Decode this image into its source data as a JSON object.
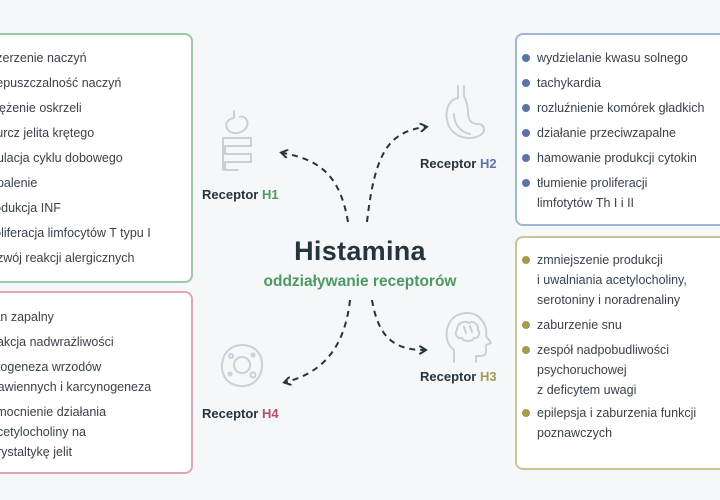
{
  "center": {
    "title": "Histamina",
    "subtitle": "oddziaływanie receptorów"
  },
  "receptors": {
    "h1": {
      "prefix": "Receptor ",
      "code": "H1"
    },
    "h2": {
      "prefix": "Receptor ",
      "code": "H2"
    },
    "h3": {
      "prefix": "Receptor ",
      "code": "H3"
    },
    "h4": {
      "prefix": "Receptor ",
      "code": "H4"
    }
  },
  "h1_effects": [
    "szerzenie naczyń",
    "zepuszczalność naczyń",
    "wężenie oskrzeli",
    "kurcz jelita krętego",
    "gulacja cyklu dobowego",
    "apalenie",
    "rodukcja INF",
    "roliferacja limfocytów T typu I",
    "ozwój reakcji alergicznych"
  ],
  "h4_effects": [
    "tan zapalny",
    "eakcja nadwrażliwości",
    "atogeneza wrzodów",
    "trawiennych i karcynogeneza",
    "zmocnienie działania",
    "acetylocholiny na",
    "erystaltykę jelit"
  ],
  "h2_effects": [
    [
      "wydzielanie kwasu solnego"
    ],
    [
      "tachykardia"
    ],
    [
      "rozluźnienie komórek gładkich"
    ],
    [
      "działanie przeciwzapalne"
    ],
    [
      "hamowanie produkcji cytokin"
    ],
    [
      "tłumienie proliferacji",
      "limfotytów Th I i II"
    ]
  ],
  "h3_effects": [
    [
      "zmniejszenie produkcji",
      "i uwalniania acetylocholiny,",
      "serotoniny i noradrenaliny"
    ],
    [
      "zaburzenie snu"
    ],
    [
      "zespół nadpobudliwości",
      "psychoruchowej",
      "z deficytem uwagi"
    ],
    [
      "epilepsja i zaburzenia funkcji",
      "poznawczych"
    ]
  ],
  "icons": {
    "h1": "stomach-intestine-icon",
    "h2": "stomach-icon",
    "h3": "head-brain-icon",
    "h4": "cell-icon"
  },
  "colors": {
    "h1": "#4b9a63",
    "h2": "#5b74a8",
    "h3": "#a79a4f",
    "h4": "#b5506e",
    "title": "#26343d"
  }
}
